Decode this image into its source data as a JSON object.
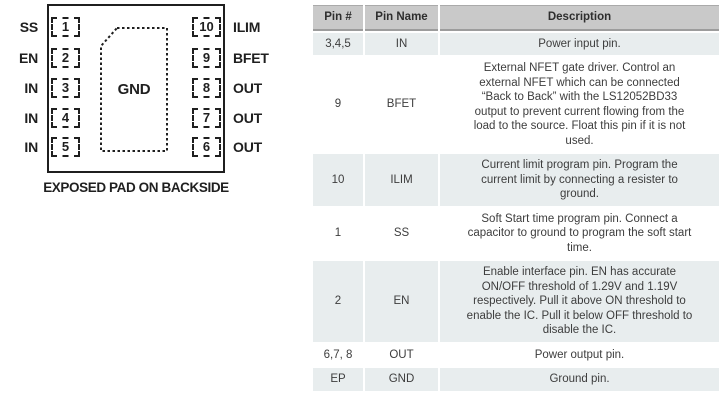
{
  "diagram": {
    "caption": "EXPOSED PAD ON BACKSIDE",
    "center_label": "GND",
    "left_pins": [
      {
        "num": "1",
        "label": "SS"
      },
      {
        "num": "2",
        "label": "EN"
      },
      {
        "num": "3",
        "label": "IN"
      },
      {
        "num": "4",
        "label": "IN"
      },
      {
        "num": "5",
        "label": "IN"
      }
    ],
    "right_pins": [
      {
        "num": "10",
        "label": "ILIM"
      },
      {
        "num": "9",
        "label": "BFET"
      },
      {
        "num": "8",
        "label": "OUT"
      },
      {
        "num": "7",
        "label": "OUT"
      },
      {
        "num": "6",
        "label": "OUT"
      }
    ]
  },
  "table": {
    "headers": [
      "Pin #",
      "Pin Name",
      "Description"
    ],
    "rows": [
      {
        "pin": "3,4,5",
        "name": "IN",
        "desc": "Power input pin."
      },
      {
        "pin": "9",
        "name": "BFET",
        "desc": "External NFET gate driver. Control an\nexternal NFET which can be connected\n“Back to Back” with the LS12052BD33\noutput to prevent current flowing from the\nload to the source. Float this pin if it is not\nused."
      },
      {
        "pin": "10",
        "name": "ILIM",
        "desc": "Current limit program pin. Program the\ncurrent limit by connecting a resister to\nground."
      },
      {
        "pin": "1",
        "name": "SS",
        "desc": "Soft Start time program pin. Connect a\ncapacitor to ground to program the soft start\ntime."
      },
      {
        "pin": "2",
        "name": "EN",
        "desc": "Enable interface pin. EN has accurate\nON/OFF threshold of 1.29V and 1.19V\nrespectively. Pull it above ON threshold to\nenable the IC. Pull it below OFF threshold to\ndisable the IC."
      },
      {
        "pin": "6,7, 8",
        "name": "OUT",
        "desc": "Power output pin."
      },
      {
        "pin": "EP",
        "name": "GND",
        "desc": "Ground pin."
      }
    ]
  },
  "colors": {
    "header_bg": "#c9c9c9",
    "row_alt_bg": "#e8edee",
    "row_bg": "#ffffff",
    "table_text": "#3d3d3d",
    "ink": "#1f1f1f"
  }
}
